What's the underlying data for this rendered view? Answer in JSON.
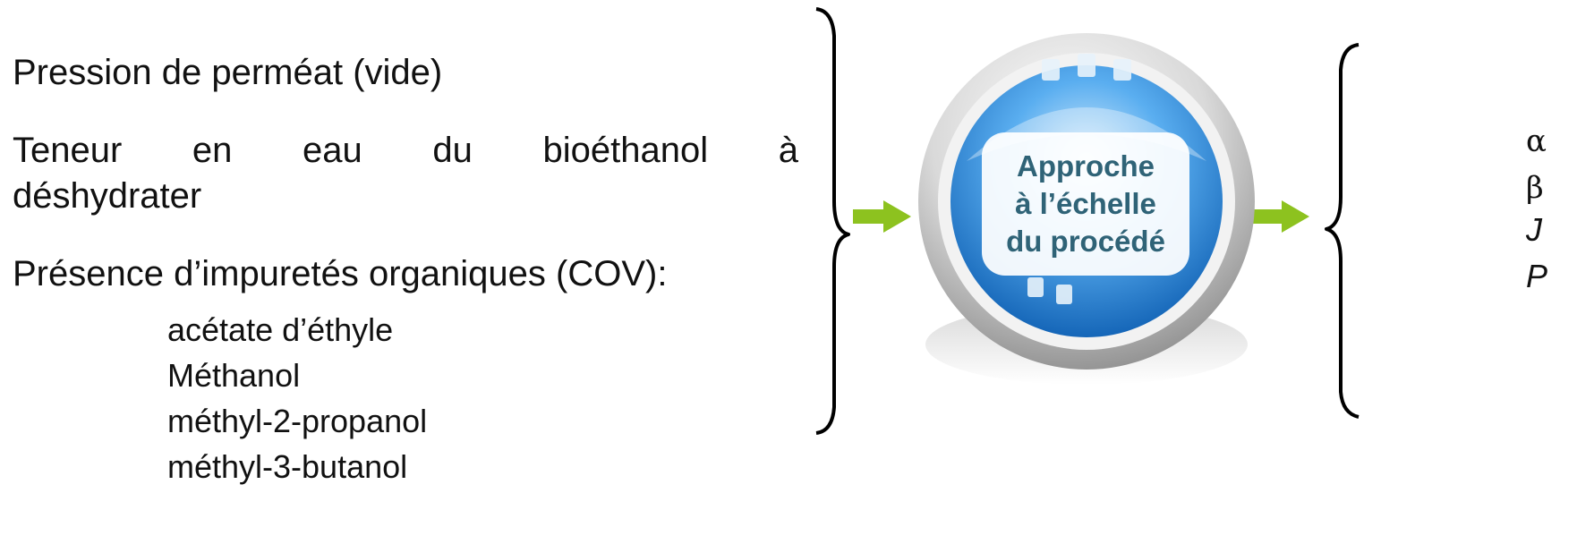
{
  "inputs": {
    "pression": "Pression de perméat (vide)",
    "teneur_words": [
      "Teneur",
      "en",
      "eau",
      "du",
      "bioéthanol",
      "à"
    ],
    "teneur_line2": "déshydrater",
    "presence": "Présence d’impuretés organiques  (COV):",
    "impuretes": [
      "acétate  d’éthyle",
      "Méthanol",
      "méthyl-2-propanol",
      "méthyl-3-butanol"
    ]
  },
  "center": {
    "lines": [
      "Approche",
      "à l’échelle",
      "du procédé"
    ],
    "colors": {
      "text": "#2f6377",
      "arrow": "#8dc21f"
    }
  },
  "outputs": [
    "α",
    "β",
    "J",
    "P"
  ]
}
